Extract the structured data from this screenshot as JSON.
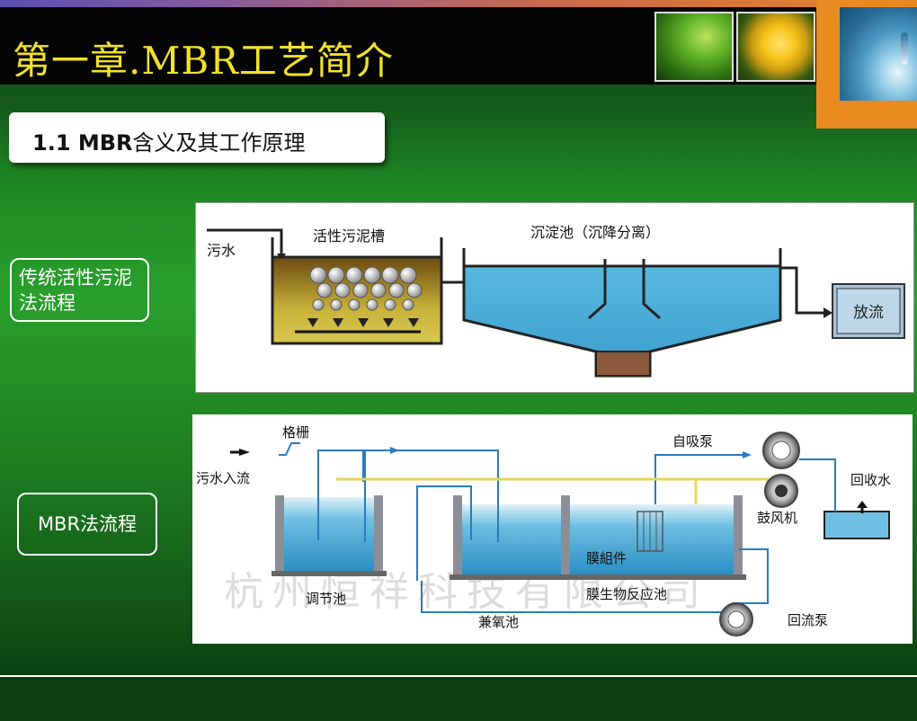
{
  "slide": {
    "title": "第一章.MBR工艺简介",
    "section_bold": "1.1 MBR",
    "section_rest": "含义及其工作原理",
    "label_traditional": "传统活性污泥法流程",
    "label_mbr": "MBR法流程"
  },
  "diagram_traditional": {
    "wastewater": "污水",
    "aeration_tank": "活性污泥槽",
    "settling_tank": "沉淀池（沉降分离）",
    "discharge": "放流"
  },
  "diagram_mbr": {
    "grille": "格栅",
    "inflow": "污水入流",
    "suction_pump": "自吸泵",
    "recovered_water": "回收水",
    "blower": "鼓风机",
    "membrane_module": "膜組件",
    "equalization_tank": "调节池",
    "membrane_bioreactor": "膜生物反应池",
    "anoxic_tank": "兼氧池",
    "return_pump": "回流泵",
    "watermark": "杭州恒祥科技有限公司"
  }
}
